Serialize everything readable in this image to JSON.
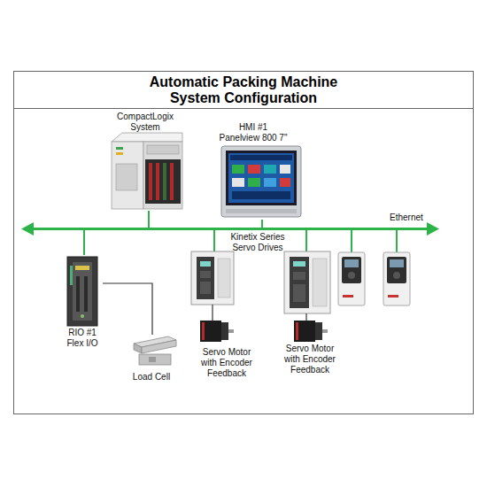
{
  "diagram": {
    "title": "Automatic Packing Machine System Configuration",
    "nodes": [
      {
        "text": [
          "CompactLogix System"
        ]
      },
      {
        "text": [
          "HMI #1",
          "Panelview 800 7\""
        ]
      },
      {
        "text": [
          "Ethernet"
        ]
      },
      {
        "text": [
          "RIO #1",
          "Flex I/O"
        ]
      },
      {
        "text": [
          "Load Cell"
        ]
      },
      {
        "text": [
          "Servo Motor with Encoder Feedback"
        ]
      },
      {
        "text": [
          "Servo Motor with Encoder Feedback"
        ]
      }
    ],
    "edges": [
      {
        "from": 0,
        "to": 2,
        "arrow": "none"
      },
      {
        "from": 1,
        "to": 2,
        "arrow": "none"
      },
      {
        "from": 2,
        "to": 3,
        "arrow": "none"
      },
      {
        "from": 3,
        "to": 4,
        "arrow": "none"
      }
    ],
    "labels": [
      "Kinetix Series Servo Drives"
    ]
  }
}
